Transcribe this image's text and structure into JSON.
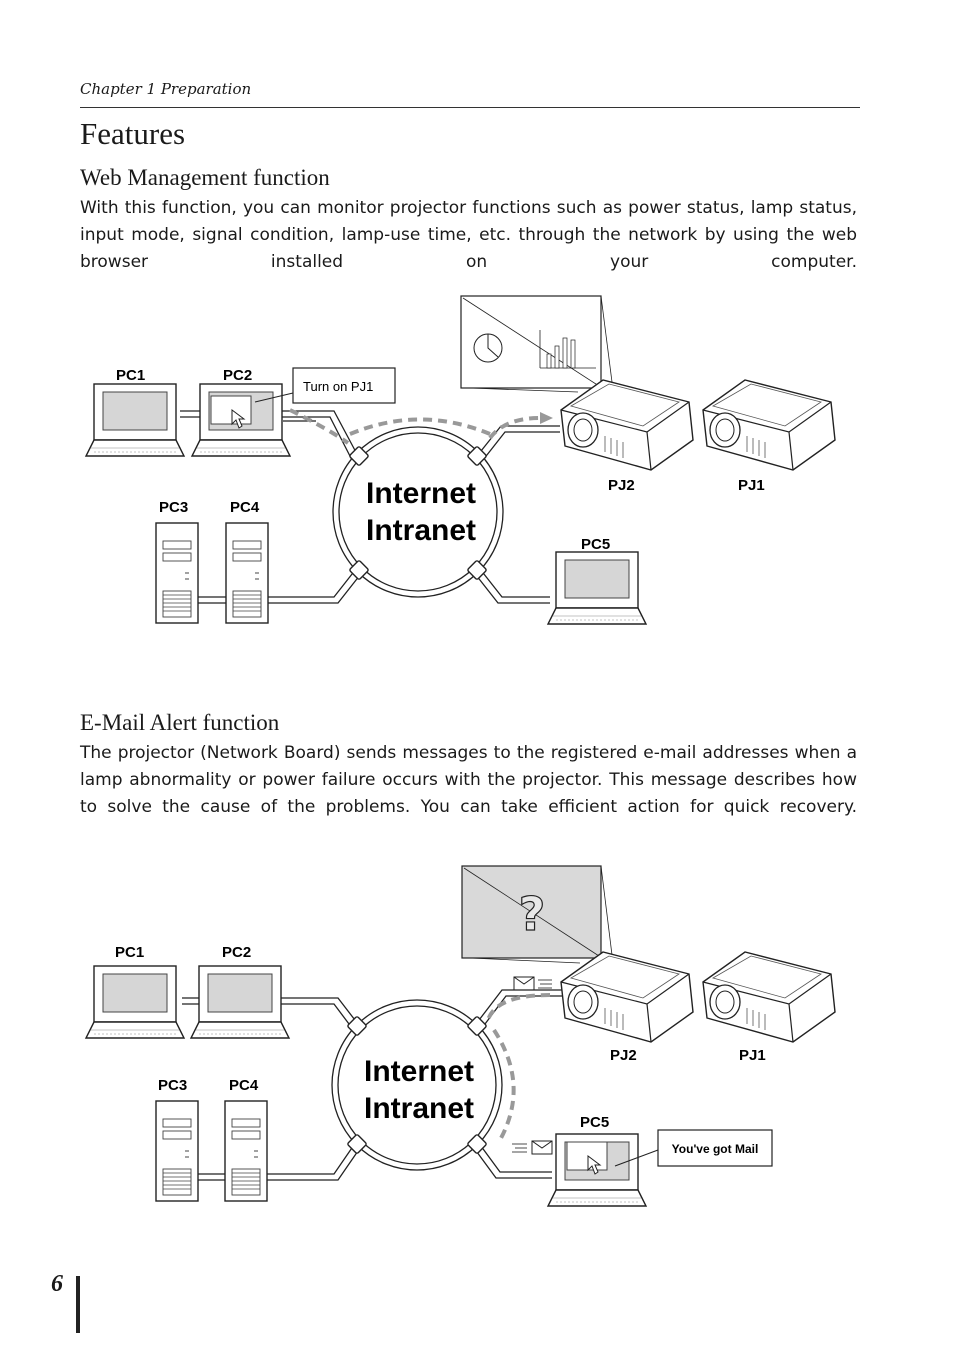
{
  "header": {
    "chapter": "Chapter 1 Preparation"
  },
  "page_title": "Features",
  "web_section": {
    "heading": "Web Management function",
    "body": "With this function, you can monitor projector functions such as power status, lamp status, input mode, signal condition, lamp-use time, etc. through the network by using the web browser installed on your computer."
  },
  "web_diagram": {
    "pc1": "PC1",
    "pc2": "PC2",
    "pc3": "PC3",
    "pc4": "PC4",
    "pc5": "PC5",
    "pj1": "PJ1",
    "pj2": "PJ2",
    "network_line1": "Internet",
    "network_line2": "Intranet",
    "callout": "Turn on PJ1"
  },
  "mail_section": {
    "heading": "E-Mail Alert function",
    "body": "The projector (Network Board) sends messages to the registered e-mail addresses when a lamp abnormality or power failure occurs with the projector. This message describes how to solve the cause of the problems. You can take efficient action for quick recovery."
  },
  "mail_diagram": {
    "pc1": "PC1",
    "pc2": "PC2",
    "pc3": "PC3",
    "pc4": "PC4",
    "pc5": "PC5",
    "pj1": "PJ1",
    "pj2": "PJ2",
    "network_line1": "Internet",
    "network_line2": "Intranet",
    "callout": "You've got Mail",
    "screen_symbol": "?"
  },
  "footer": {
    "page_number": "6"
  }
}
